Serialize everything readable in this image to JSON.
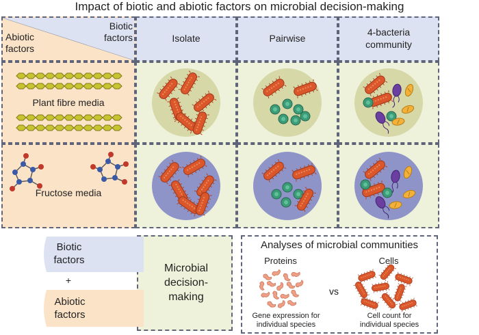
{
  "title": "Impact of biotic and abiotic factors on microbial decision-making",
  "corner": {
    "abiotic": "Abiotic factors",
    "biotic": "Biotic factors"
  },
  "columns": [
    "Isolate",
    "Pairwise",
    "4-bacteria community"
  ],
  "rows": [
    "Plant fibre media",
    "Fructose media"
  ],
  "bottom_left": {
    "biotic": "Biotic factors",
    "plus": "+",
    "abiotic": "Abiotic factors",
    "result": "Microbial decision-making"
  },
  "analyses": {
    "title": "Analyses of microbial communities",
    "proteins": "Proteins",
    "cells": "Cells",
    "vs": "vs",
    "proteins_caption": "Gene expression for individual species",
    "cells_caption": "Cell count for individual species"
  },
  "colors": {
    "header_bg": "#dde2f2",
    "abiotic_bg": "#fbe3c8",
    "cell_bg": "#eef2da",
    "border": "#5f6478",
    "rod": "#d9572b",
    "coccus": "#3d9c78",
    "purple": "#6a3fa0",
    "yellow": "#f2b13a",
    "protein": "#eda086"
  }
}
